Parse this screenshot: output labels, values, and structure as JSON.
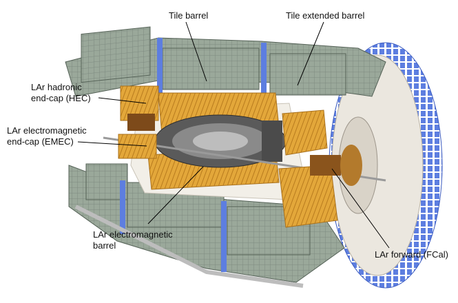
{
  "labels": {
    "tile_barrel": "Tile barrel",
    "tile_extended_barrel": "Tile extended barrel",
    "hec": [
      "LAr hadronic",
      "end-cap (HEC)"
    ],
    "emec": [
      "LAr electromagnetic",
      "end-cap (EMEC)"
    ],
    "em_barrel": [
      "LAr electromagnetic",
      "barrel"
    ],
    "fcal": "LAr forward (FCal)"
  },
  "colors": {
    "tile": "#9aa89a",
    "tile_dark": "#6f7d72",
    "lar_gold": "#e0a235",
    "lar_gold_dark": "#a8701c",
    "fiber_blue": "#5d7ee0",
    "steel": "#cfcfcf",
    "end_plate": "#ebe7df",
    "inner": "#4b4b4b",
    "leader": "#000000"
  }
}
